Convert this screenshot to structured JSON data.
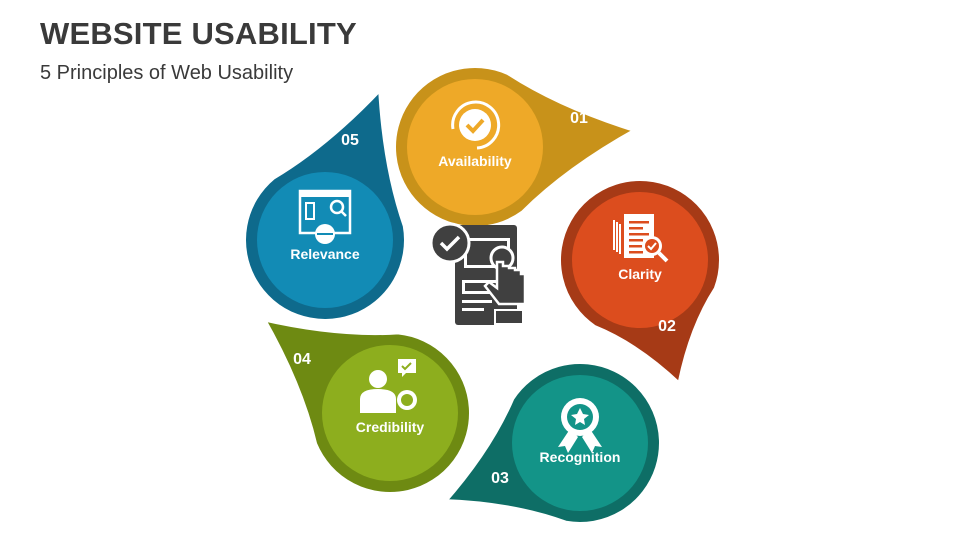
{
  "title": "WEBSITE USABILITY",
  "subtitle": "5 Principles of Web Usability",
  "principles": [
    {
      "number": "01",
      "label": "Availability",
      "icon": "check-circle-icon",
      "outer": "#C8921A",
      "inner": "#EEA928"
    },
    {
      "number": "02",
      "label": "Clarity",
      "icon": "document-search-icon",
      "outer": "#A63A16",
      "inner": "#DC4D1E"
    },
    {
      "number": "03",
      "label": "Recognition",
      "icon": "award-badge-icon",
      "outer": "#0E6E66",
      "inner": "#139488"
    },
    {
      "number": "04",
      "label": "Credibility",
      "icon": "professional-badge-icon",
      "outer": "#6E8A12",
      "inner": "#8DAE1E"
    },
    {
      "number": "05",
      "label": "Relevance",
      "icon": "web-content-icon",
      "outer": "#0E6A8C",
      "inner": "#128BB5"
    }
  ],
  "center_icon": "touch-screen-check-icon",
  "center_color": "#404040"
}
